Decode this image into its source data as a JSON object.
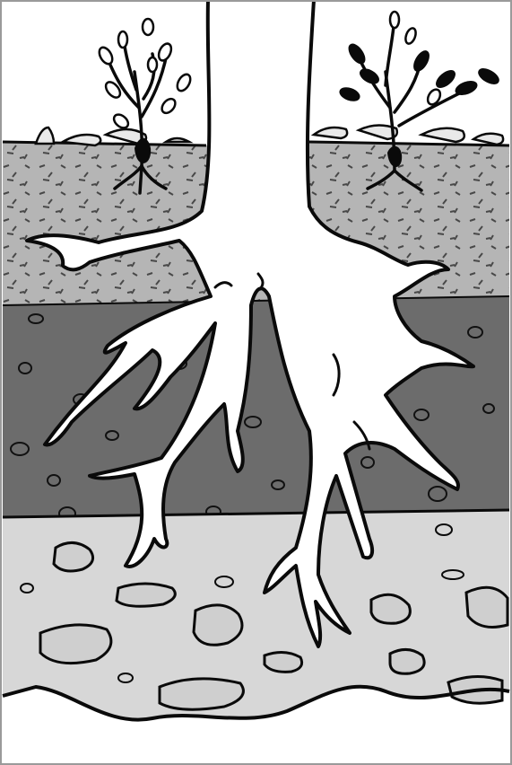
{
  "image": {
    "subject": "soil-profile-with-tree-roots",
    "style": "black-ink-drawing-greyscale",
    "layers": [
      {
        "name": "topsoil",
        "fill": "#b5b5b5"
      },
      {
        "name": "subsoil",
        "fill": "#6c6c6c"
      },
      {
        "name": "parent-material",
        "fill": "#d7d7d7"
      },
      {
        "name": "bedrock",
        "fill": "#ffffff"
      }
    ],
    "colors": {
      "ink": "#0a0a0a",
      "trunk": "#ffffff",
      "sky": "#ffffff",
      "frame": "#9a9a9a"
    }
  }
}
